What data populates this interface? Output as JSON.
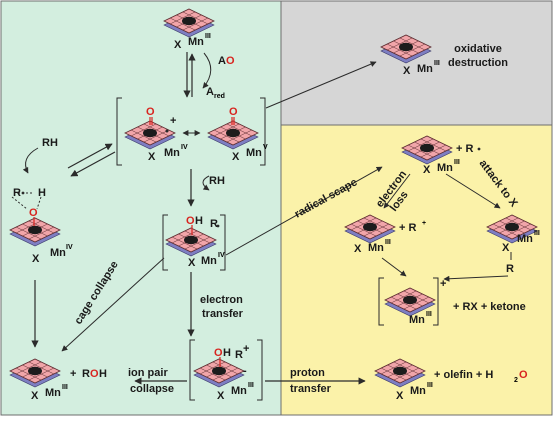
{
  "panels": {
    "left_color": "#d3eedf",
    "top_right_color": "#d6d6d6",
    "bottom_right_color": "#fbf2a9",
    "border_color": "#6d6d6d"
  },
  "porphyrin": {
    "fill": "#f1a5a9",
    "stroke": "#5a2a2e",
    "center": "#1c1c1c",
    "edge": "#7e7ec2"
  },
  "arrow_color": "#2b2b2b",
  "oxygen_color": "#d8241f",
  "species": {
    "top_x": "X",
    "top_mn": "Mn",
    "top_mn_ox": "III",
    "oxo1_o": "O",
    "oxo1_charge": "+",
    "oxo1_x": "X",
    "oxo1_mn": "Mn",
    "oxo1_ox": "IV",
    "oxo2_o": "O",
    "oxo2_x": "X",
    "oxo2_mn": "Mn",
    "oxo2_ox": "V",
    "ts_r": "R",
    "ts_h": "H",
    "ts_o": "O",
    "ts_x": "X",
    "ts_mn": "Mn",
    "ts_ox": "IV",
    "oh_o": "O",
    "oh_h": "H",
    "oh_r": "R",
    "oh_x": "X",
    "oh_mn": "Mn",
    "oh_ox": "IV",
    "ion_o": "O",
    "ion_h": "H",
    "ion_r": "R",
    "ion_plus": "+",
    "ion_minus": "-",
    "ion_x": "X",
    "ion_mn": "Mn",
    "ion_ox": "III",
    "bl_x": "X",
    "bl_mn": "Mn",
    "bl_ox": "III",
    "roh_plus": "+",
    "roh_r": "R",
    "roh_o": "O",
    "roh_h": "H",
    "ox_x": "X",
    "ox_mn": "Mn",
    "ox_ox": "III",
    "rad_x": "X",
    "rad_mn": "Mn",
    "rad_ox": "III",
    "rad_r": "+ R",
    "rplus_x": "X",
    "rplus_mn": "Mn",
    "rplus_ox": "III",
    "rplus_r": "+ R",
    "rplus_charge": "+",
    "rx_x": "X",
    "rx_r": "R",
    "rx_mn": "Mn",
    "rx_ox": "III",
    "bracket_mn": "Mn",
    "bracket_ox": "III",
    "bracket_plus": "+",
    "br_x": "X",
    "br_mn": "Mn",
    "br_ox": "III"
  },
  "labels": {
    "ao_a": "A",
    "ao_o": "O",
    "ared": "A",
    "ared_sub": "red",
    "rh_mid": "RH",
    "rh_left": "RH",
    "oxidative": "oxidative",
    "destruction": "destruction",
    "radical_scape": "radical scape",
    "electron_loss_1": "electron",
    "electron_loss_2": "loss",
    "attack": "attack to X",
    "cage_collapse": "cage collapse",
    "electron_transfer_1": "electron",
    "electron_transfer_2": "transfer",
    "ion_pair_1": "ion pair",
    "ion_pair_2": "collapse",
    "proton_1": "proton",
    "proton_2": "transfer",
    "rx_ketone": "+ RX + ketone",
    "olefin": "+ olefin + H",
    "h2o_sub": "2",
    "h2o_o": "O"
  }
}
